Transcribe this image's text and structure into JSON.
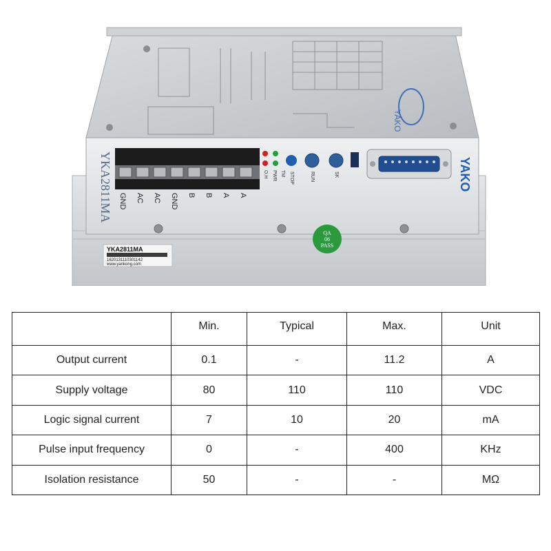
{
  "product": {
    "brand": "YAKO",
    "model": "YKA2811MA",
    "serial": "1620131110301142",
    "website": "www.yankong.com",
    "qa_badge": [
      "QA",
      "06",
      "PASS"
    ],
    "terminal_labels": [
      "GND",
      "AC",
      "AC",
      "GND",
      "B",
      "B",
      "A",
      "A"
    ],
    "led_labels": [
      "O.H",
      "PWR",
      "TM"
    ],
    "front_labels": [
      "STOP",
      "RUN",
      "SK"
    ],
    "colors": {
      "case": "#c9cdd1",
      "brand_blue": "#1f5fb0",
      "terminal_black": "#1b1b1b",
      "led_red": "#d32020",
      "led_green": "#23a03a",
      "badge_green": "#2a9a3c"
    }
  },
  "spec_table": {
    "columns": [
      "",
      "Min.",
      "Typical",
      "Max.",
      "Unit"
    ],
    "rows": [
      {
        "parameter": "Output current",
        "min": "0.1",
        "typical": "-",
        "max": "11.2",
        "unit": "A"
      },
      {
        "parameter": "Supply voltage",
        "min": "80",
        "typical": "110",
        "max": "110",
        "unit": "VDC"
      },
      {
        "parameter": "Logic signal current",
        "min": "7",
        "typical": "10",
        "max": "20",
        "unit": "mA"
      },
      {
        "parameter": "Pulse input frequency",
        "min": "0",
        "typical": "-",
        "max": "400",
        "unit": "KHz"
      },
      {
        "parameter": "Isolation resistance",
        "min": "50",
        "typical": "-",
        "max": "-",
        "unit": "MΩ"
      }
    ]
  }
}
